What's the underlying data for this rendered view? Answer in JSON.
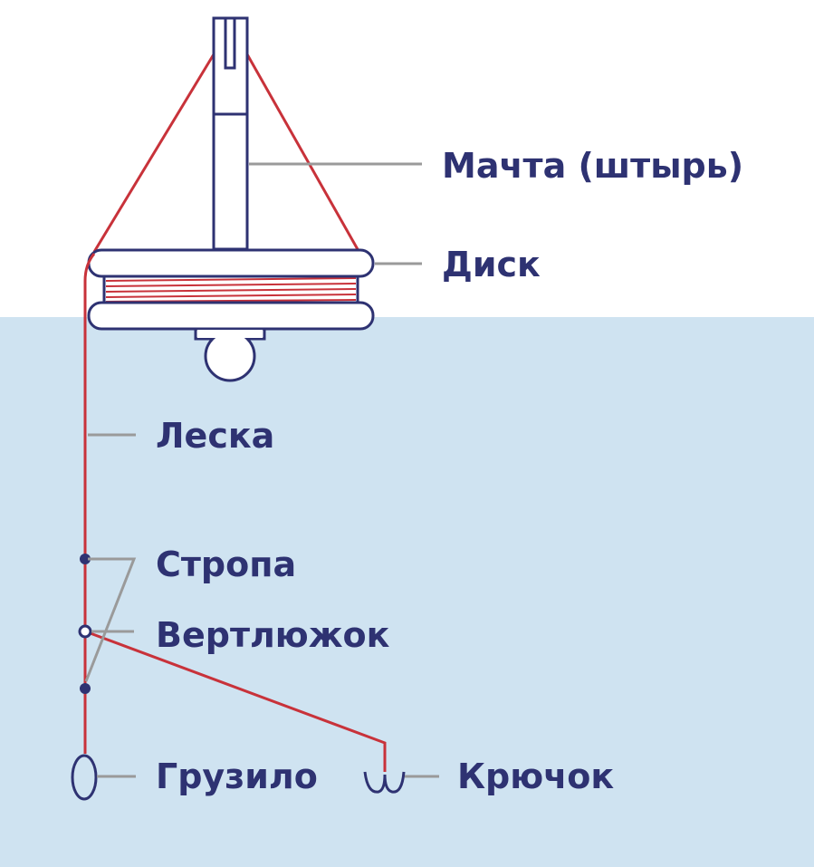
{
  "colors": {
    "water": "#cfe3f1",
    "outline": "#2e3272",
    "line": "#c8323a",
    "leader": "#9a9a9a",
    "label": "#2e3272"
  },
  "labels": {
    "mast": "Мачта (штырь)",
    "disk": "Диск",
    "line": "Леска",
    "sling": "Стропа",
    "swivel": "Вертлюжок",
    "sinker": "Грузило",
    "hook": "Крючок"
  }
}
